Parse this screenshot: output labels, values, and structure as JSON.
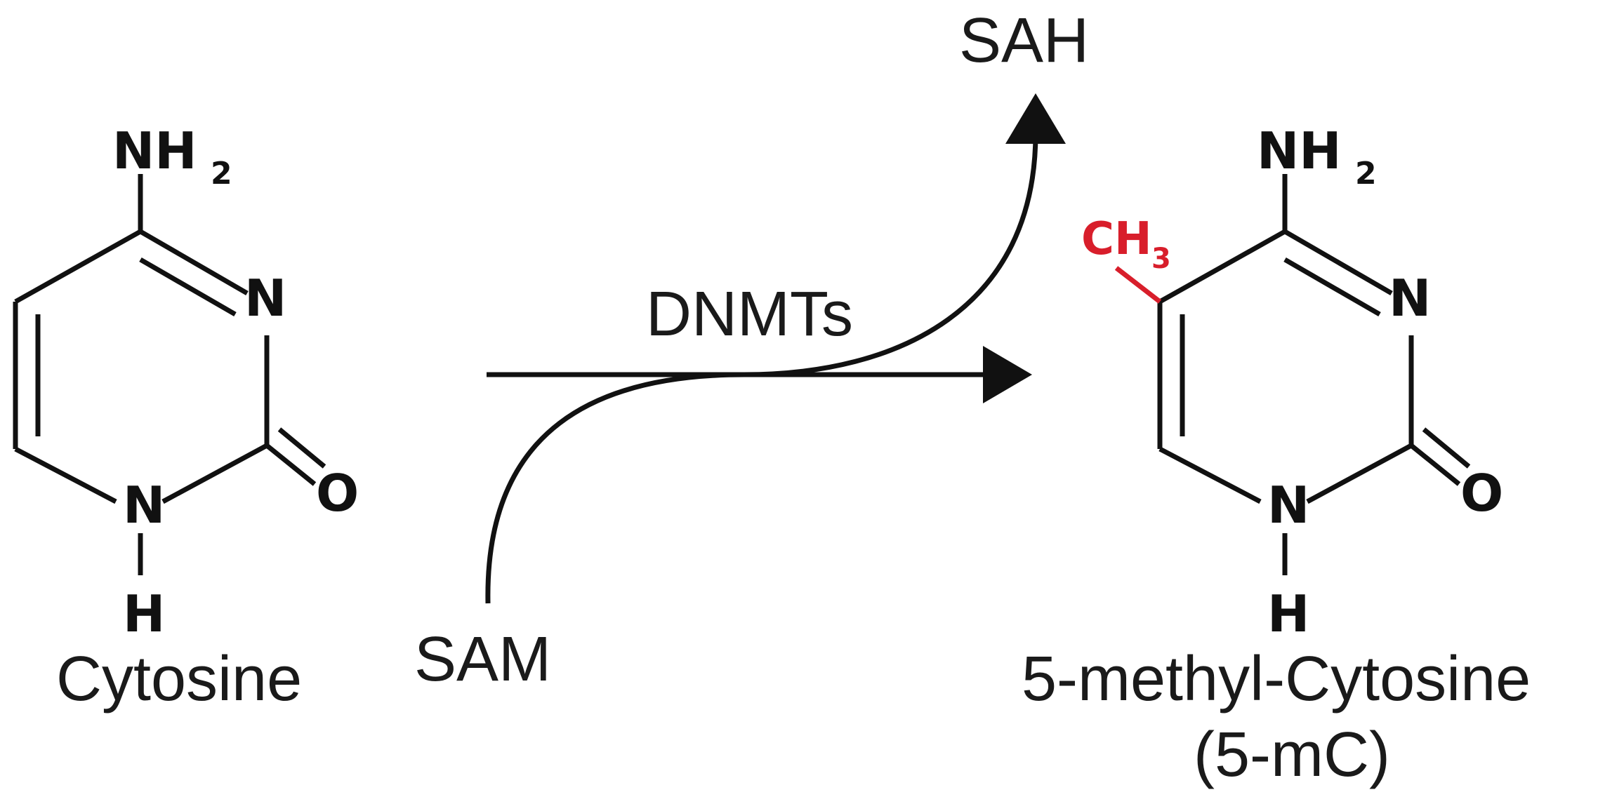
{
  "reactant": {
    "name": "Cytosine",
    "amino_group": "NH",
    "amino_subscript": "2",
    "ring_n3": "N",
    "ring_n1": "N",
    "carbonyl_o": "O",
    "n1_hydrogen": "H"
  },
  "enzyme": "DNMTs",
  "cofactor_in": "SAM",
  "cofactor_out": "SAH",
  "product": {
    "name": "5-methyl-Cytosine",
    "abbreviation": "(5-mC)",
    "amino_group": "NH",
    "amino_subscript": "2",
    "methyl_group": "CH",
    "methyl_subscript": "3",
    "ring_n3": "N",
    "ring_n1": "N",
    "carbonyl_o": "O",
    "n1_hydrogen": "H"
  },
  "colors": {
    "methyl": "#d81e2b",
    "ink": "#111111"
  }
}
